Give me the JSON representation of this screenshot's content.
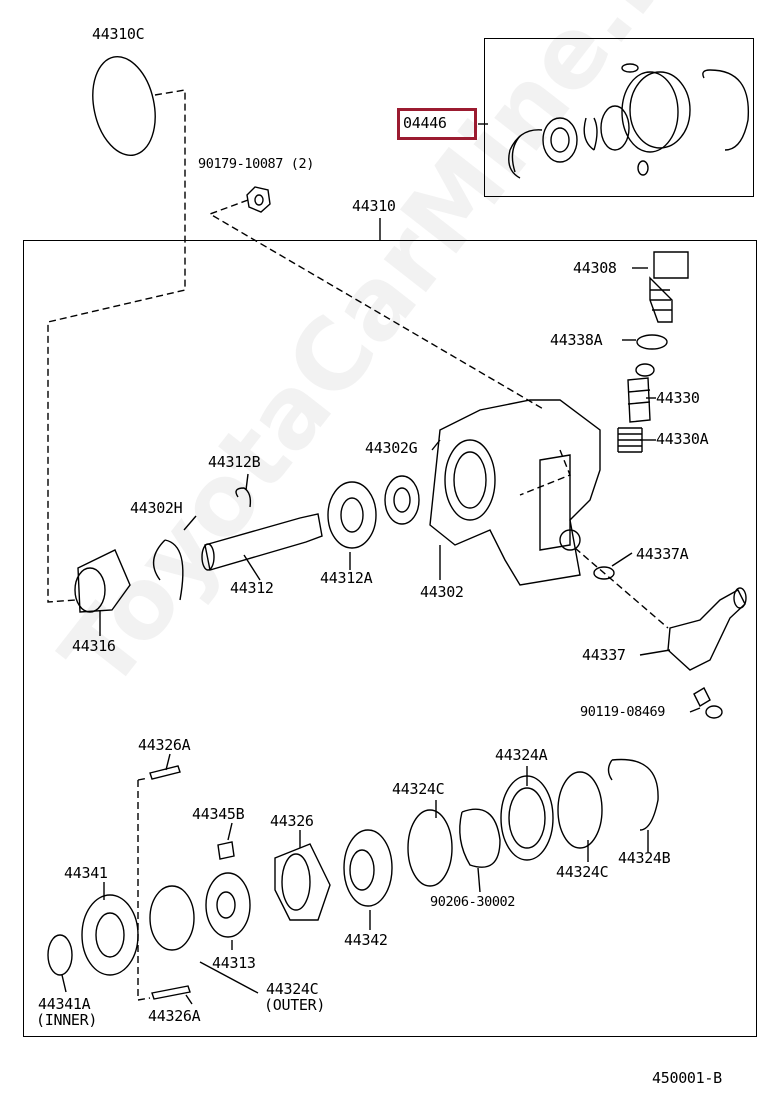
{
  "diagram": {
    "kit_label": "04446",
    "watermark": "ToyotaCarMine.ru",
    "code": "450001-B",
    "parts": {
      "p44310c": "44310C",
      "p90179": "90179-10087 (2)",
      "p44310": "44310",
      "p44308": "44308",
      "p44338a": "44338A",
      "p44330": "44330",
      "p44330a": "44330A",
      "p44312b": "44312B",
      "p44302g": "44302G",
      "p44302h": "44302H",
      "p44312": "44312",
      "p44312a": "44312A",
      "p44302": "44302",
      "p44337a": "44337A",
      "p44316": "44316",
      "p44337": "44337",
      "p90119": "90119-08469",
      "p44326a_top": "44326A",
      "p44324a": "44324A",
      "p44324c_mid": "44324C",
      "p44345b": "44345B",
      "p44326": "44326",
      "p44341": "44341",
      "p44324c_right": "44324C",
      "p44324b": "44324B",
      "p90206": "90206-30002",
      "p44342": "44342",
      "p44313": "44313",
      "p44324c_outer": "44324C",
      "p44324c_outer_note": "(OUTER)",
      "p44341a": "44341A",
      "p44341a_note": "(INNER)",
      "p44326a_bottom": "44326A"
    }
  }
}
